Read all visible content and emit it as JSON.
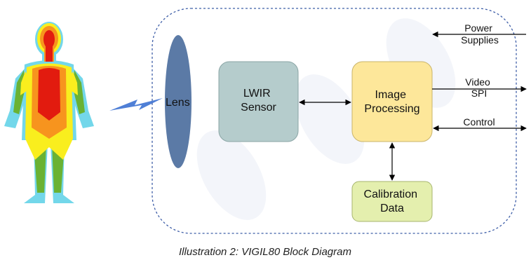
{
  "caption": "Illustration 2: VIGIL80 Block Diagram",
  "blocks": {
    "lens": "Lens",
    "sensor": [
      "LWIR",
      "Sensor"
    ],
    "processing": [
      "Image",
      "Processing"
    ],
    "calibration": [
      "Calibration",
      "Data"
    ]
  },
  "signals": {
    "power": [
      "Power",
      "Supplies"
    ],
    "video": [
      "Video",
      "SPI"
    ],
    "control": "Control"
  },
  "colors": {
    "lens": "#5b7aa6",
    "sensor": "#b5cccc",
    "processing": "#fde79a",
    "calibration": "#e4efae",
    "boundary": "#3f5fa8",
    "lightning": "#4f7fd6",
    "heat_red": "#e21b0f",
    "heat_orange": "#f7941e",
    "heat_yellow": "#f9ee1e",
    "heat_green": "#6ab233",
    "heat_cyan": "#73d7ea"
  }
}
